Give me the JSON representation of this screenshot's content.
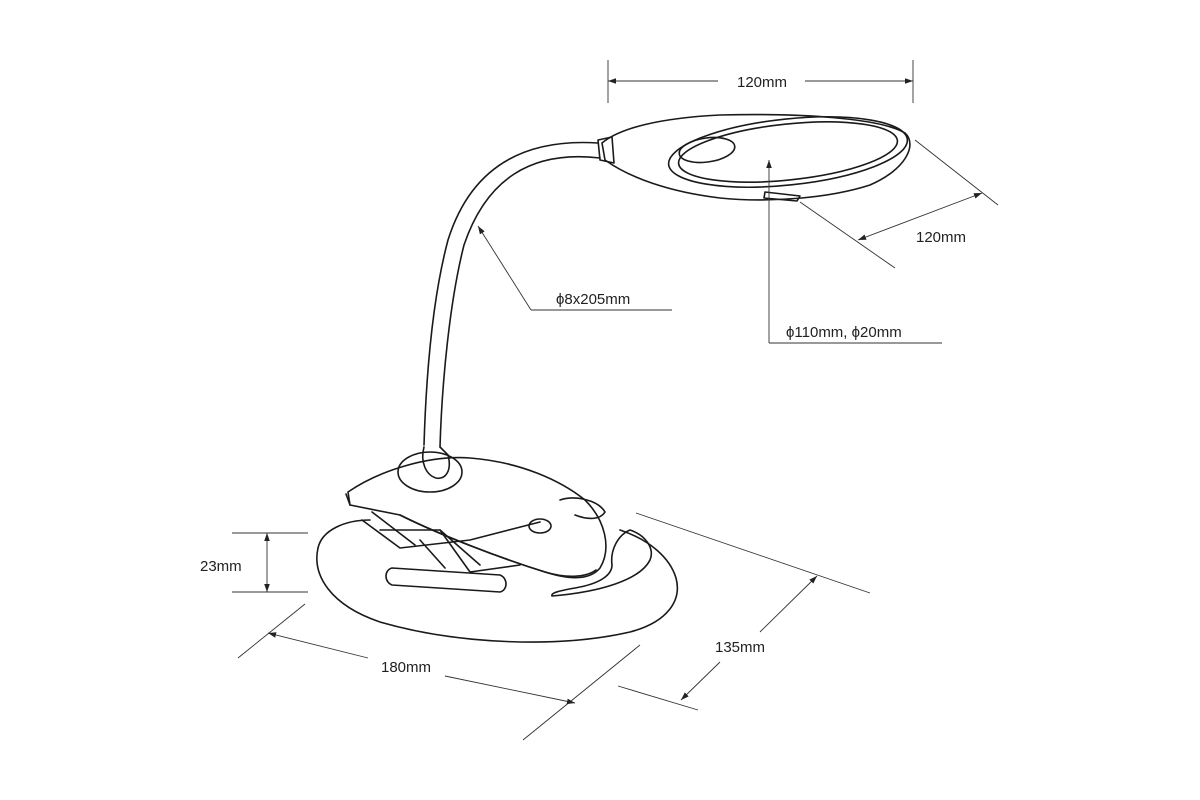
{
  "dimensions": {
    "lens_width": "120mm",
    "lens_depth": "120mm",
    "gooseneck": "ϕ8x205mm",
    "lens_size": "ϕ110mm, ϕ20mm",
    "clip_height": "23mm",
    "base_length": "180mm",
    "base_width": "135mm"
  },
  "colors": {
    "stroke": "#1a1a1a",
    "background": "#ffffff"
  }
}
